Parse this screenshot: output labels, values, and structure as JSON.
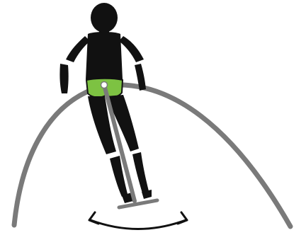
{
  "colors": {
    "background": "#ffffff",
    "figure": "#111111",
    "pole": "#7a7a7a",
    "arc": "#7a7a7a",
    "hip_highlight": "#7dc242",
    "pivot": "#ffffff",
    "swing_arrow": "#111111"
  },
  "icons": {
    "figure": "standing-person-silhouette",
    "pivot": "pivot-point",
    "arc": "swing-arc",
    "arrow": "double-headed-curved-arrow"
  }
}
